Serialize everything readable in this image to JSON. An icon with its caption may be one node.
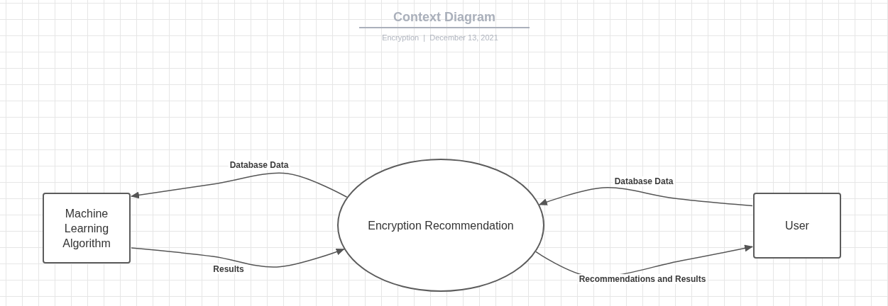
{
  "diagram": {
    "title": "Context Diagram",
    "nodes": [
      {
        "text": [
          "Machine Learning Algorithm"
        ]
      },
      {
        "text": [
          "Encryption Recommendation"
        ]
      },
      {
        "text": [
          "User"
        ]
      }
    ],
    "edges": [
      {
        "from": 1,
        "to": 0,
        "arrow": "to",
        "label": "Database Data"
      },
      {
        "from": 0,
        "to": 1,
        "arrow": "to",
        "label": "Results"
      },
      {
        "from": 2,
        "to": 1,
        "arrow": "to",
        "label": "Database Data"
      },
      {
        "from": 1,
        "to": 2,
        "arrow": "to",
        "label": "Recommendations and Results"
      }
    ],
    "labels": [
      "Encryption  |  December 13, 2021"
    ]
  }
}
